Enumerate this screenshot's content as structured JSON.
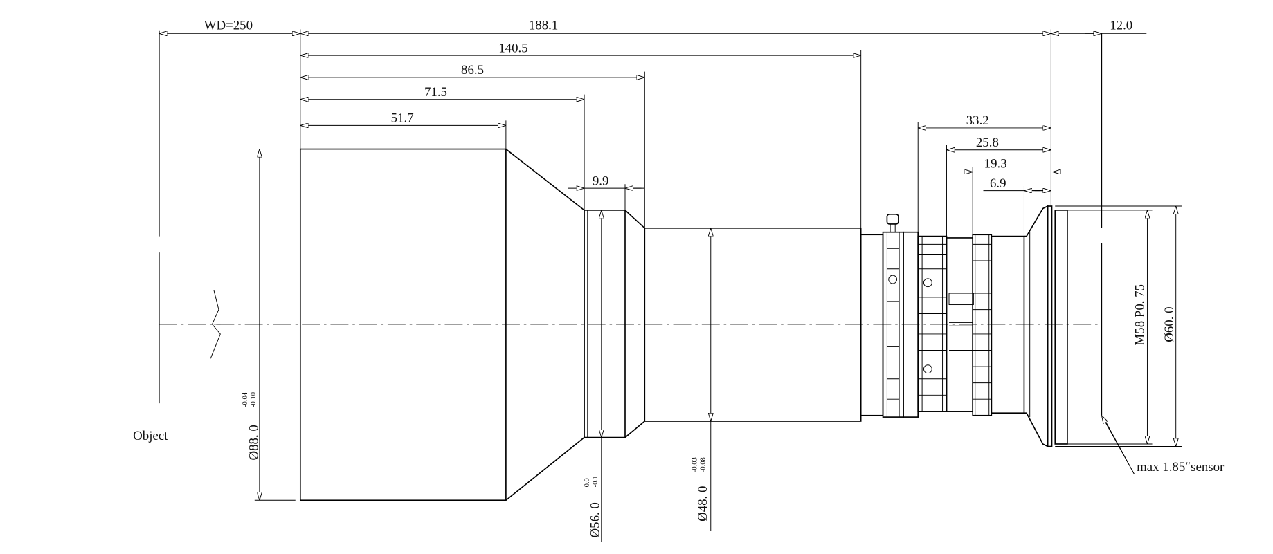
{
  "drawing": {
    "object_label": "Object",
    "sensor_label": "max 1.85″sensor",
    "dimensions": {
      "wd": "WD=250",
      "total_length": "188.1",
      "flange_back": "12.0",
      "d140": "140.5",
      "d86": "86.5",
      "d71": "71.5",
      "d51": "51.7",
      "d9": "9.9",
      "d33": "33.2",
      "d25": "25.8",
      "d19": "19.3",
      "d6": "6.9"
    },
    "diameters": {
      "front": {
        "value": "Ø88. 0",
        "tol_upper": "-0.04",
        "tol_lower": "-0.10"
      },
      "mid": {
        "value": "Ø56. 0",
        "tol_upper": "0.0",
        "tol_lower": "-0.1"
      },
      "barrel": {
        "value": "Ø48. 0",
        "tol_upper": "-0.03",
        "tol_lower": "-0.08"
      },
      "thread": {
        "value": "M58 P0. 75"
      },
      "mount": {
        "value": "Ø60. 0"
      }
    }
  }
}
